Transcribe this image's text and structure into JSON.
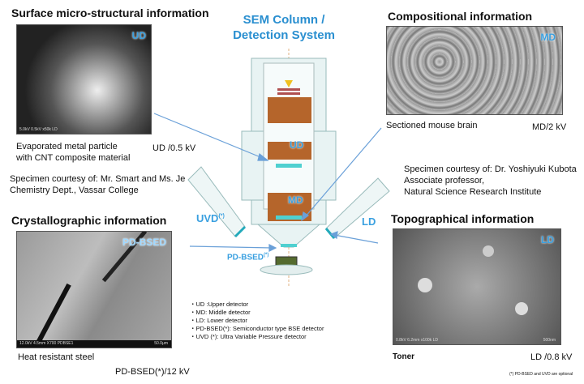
{
  "title": {
    "line1": "SEM Column /",
    "line2": "Detection System"
  },
  "panels": {
    "surface": {
      "heading": "Surface micro-structural information",
      "tag": "UD",
      "bar": "5.0kV 0.5kV x50k LD",
      "caption1": "Evaporated metal particle",
      "caption2": "with CNT composite material",
      "condition": "UD /0.5 kV",
      "credit1": "Specimen courtesy of: Mr. Smart and Ms. Je",
      "credit2": "Chemistry Dept., Vassar College"
    },
    "compositional": {
      "heading": "Compositional information",
      "tag": "MD",
      "caption": "Sectioned mouse brain",
      "condition": "MD/2 kV",
      "credit1": "Specimen courtesy of: Dr. Yoshiyuki Kubota",
      "credit2": "Associate professor,",
      "credit3": "Natural Science Research Institute"
    },
    "crystallographic": {
      "heading": "Crystallographic information",
      "tag": "PD-BSED",
      "bar": "12.0kV 4.5mm X700 PDBSE1",
      "scale": "50.0μm",
      "caption": "Heat resistant steel",
      "condition": "PD-BSED(*)/12 kV"
    },
    "topographical": {
      "heading": "Topographical information",
      "tag": "LD",
      "bar": "0.8kV 6.2mm x100k LD",
      "scale": "500nm",
      "caption": "Toner",
      "condition": "LD /0.8 kV"
    }
  },
  "detectors": {
    "ud": "UD",
    "md": "MD",
    "uvd": "UVD",
    "uvd_sup": "(*)",
    "ld": "LD",
    "pdbsed": "PD-BSED",
    "pdbsed_sup": "(*)"
  },
  "legend": [
    "・UD :Upper detector",
    "・MD: Middle detector",
    "・LD: Lower detector",
    "・PD-BSED(*): Semiconductor type BSE detector",
    "・UVD (*): Ultra Variable Pressure detector"
  ],
  "footnote": "(*) PD-BSED and UVD are optional",
  "colors": {
    "accent": "#2a8fd0",
    "coil": "#b5652b",
    "detector": "#4fd0d0"
  }
}
